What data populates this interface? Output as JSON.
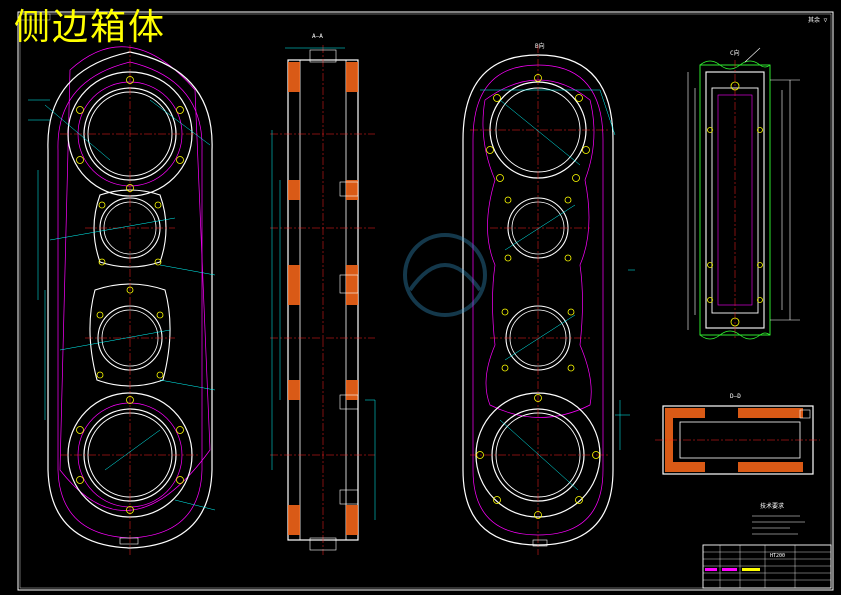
{
  "title": "侧边箱体",
  "labels": {
    "section_top_left": "A—A",
    "view_b": "B向",
    "view_c": "C向",
    "section_d": "D—D",
    "tech_req_title": "技术要求",
    "title_block_name": "HT200",
    "top_right_code": "其余 ▽"
  },
  "colors": {
    "background": "#000000",
    "outline": "#ffffff",
    "center_line": "#ff2020",
    "hidden_line": "#ff00ff",
    "dimension": "#00ffff",
    "highlight": "#ffff00",
    "section_fill": "#ff6a1a",
    "green": "#33ff33"
  }
}
